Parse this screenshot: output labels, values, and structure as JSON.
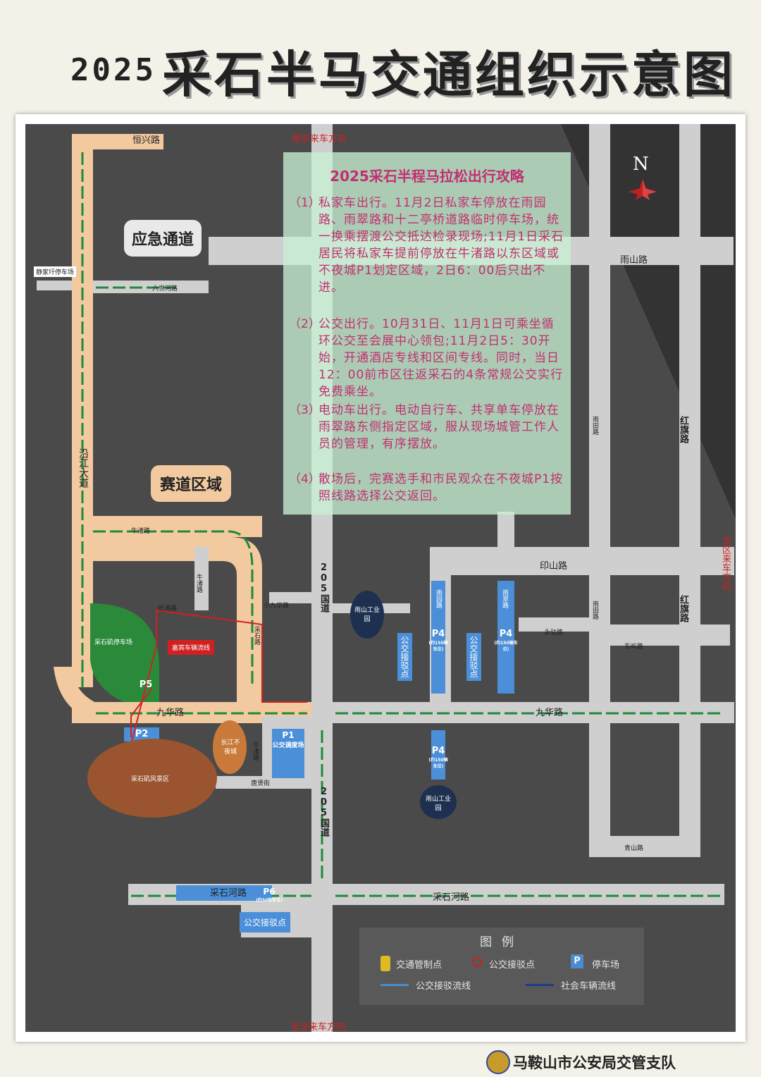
{
  "title": {
    "year": "2025",
    "main": "采石半马交通组织示意图"
  },
  "compass": {
    "letter": "N"
  },
  "directions": {
    "north": "南京来车方向",
    "south": "当涂来车方向",
    "east": "市区来车方向"
  },
  "callouts": {
    "emergency": "应急通道",
    "race": "赛道区域"
  },
  "roads": {
    "hengxing": "恒兴路",
    "liushi": "六世河路",
    "yushan": "雨山路",
    "binjiang": "沿江大道",
    "niuzhu": "牛渚路",
    "niuzhu_v": "牛渚路",
    "caishi_v": "采石路",
    "xiaojiuhua": "小九华路",
    "xilan": "听涛路",
    "jiuhua_w": "九华路",
    "jiuhua_e": "九华路",
    "g205_top": "205国道",
    "g205_bot": "205国道",
    "yinshan": "印山路",
    "yutian_top": "雨田路",
    "yutian_mid": "雨田路",
    "hongqi_top": "红旗路",
    "hongqi_mid": "红旗路",
    "yongzhu": "永驻路",
    "dongyu": "东屿路",
    "qingshan": "青山路",
    "caishihe_w": "采石河路",
    "caishihe_e": "采石河路",
    "tangxian": "唐贤街",
    "niuzhu_small": "牛渚路",
    "yuyuan": "雨园路",
    "yucui": "雨翠路"
  },
  "places": {
    "parking_left": "静家圩停车场",
    "park_area": "采石矶停车场",
    "guest_route": "嘉宾车辆流线",
    "scenic": "采石矶风景区",
    "yangtze": "长江不夜城",
    "yushan_park_top": "雨山工业园",
    "yushan_park_bot": "雨山工业园"
  },
  "parking": {
    "p1": "P1",
    "p1_sub": "公交调度场",
    "p2": "P2",
    "p4a": "P4",
    "p4a_sub": "(约150辆车位)",
    "p4b": "P4",
    "p4b_sub": "(约150辆车位)",
    "p4c": "P4",
    "p4c_sub": "(约150辆车位)",
    "p5": "P5",
    "p6": "P6",
    "p6_sub": "(约50辆车位)"
  },
  "bus_points": {
    "bus_a": "公交接驳点",
    "bus_b": "公交接驳点",
    "bus_c": "公交接驳点"
  },
  "info": {
    "title": "2025采石半程马拉松出行攻略",
    "items": [
      {
        "num": "（1）",
        "text": "私家车出行。11月2日私家车停放在雨园路、雨翠路和十二亭桥道路临时停车场，统一换乘摆渡公交抵达检录现场;11月1日采石居民将私家车提前停放在牛渚路以东区域或不夜城P1划定区域，2日6：00后只出不进。"
      },
      {
        "num": "（2）",
        "text": "公交出行。10月31日、11月1日可乘坐循环公交至会展中心领包;11月2日5：30开始，开通酒店专线和区间专线。同时，当日12：00前市区往返采石的4条常规公交实行免费乘坐。"
      },
      {
        "num": "（3）",
        "text": "电动车出行。电动自行车、共享单车停放在雨翠路东侧指定区域，服从现场城管工作人员的管理，有序摆放。"
      },
      {
        "num": "（4）",
        "text": "散场后，完赛选手和市民观众在不夜城P1按照线路选择公交返回。"
      }
    ]
  },
  "legend": {
    "title": "图例",
    "control": "交通管制点",
    "bus_stop": "公交接驳点",
    "parking": "停车场",
    "parking_icon": "P",
    "bus_flow": "公交接驳流线",
    "social_flow": "社会车辆流线"
  },
  "footer": "马鞍山市公安局交管支队",
  "colors": {
    "road": "#cfcfcf",
    "race": "#f3c9a0",
    "green_lane": "#1f8a3a",
    "blue": "#4a8fd8",
    "dark_blue": "#1e3d8c",
    "red_route": "#d02020",
    "info_text": "#c03070"
  }
}
